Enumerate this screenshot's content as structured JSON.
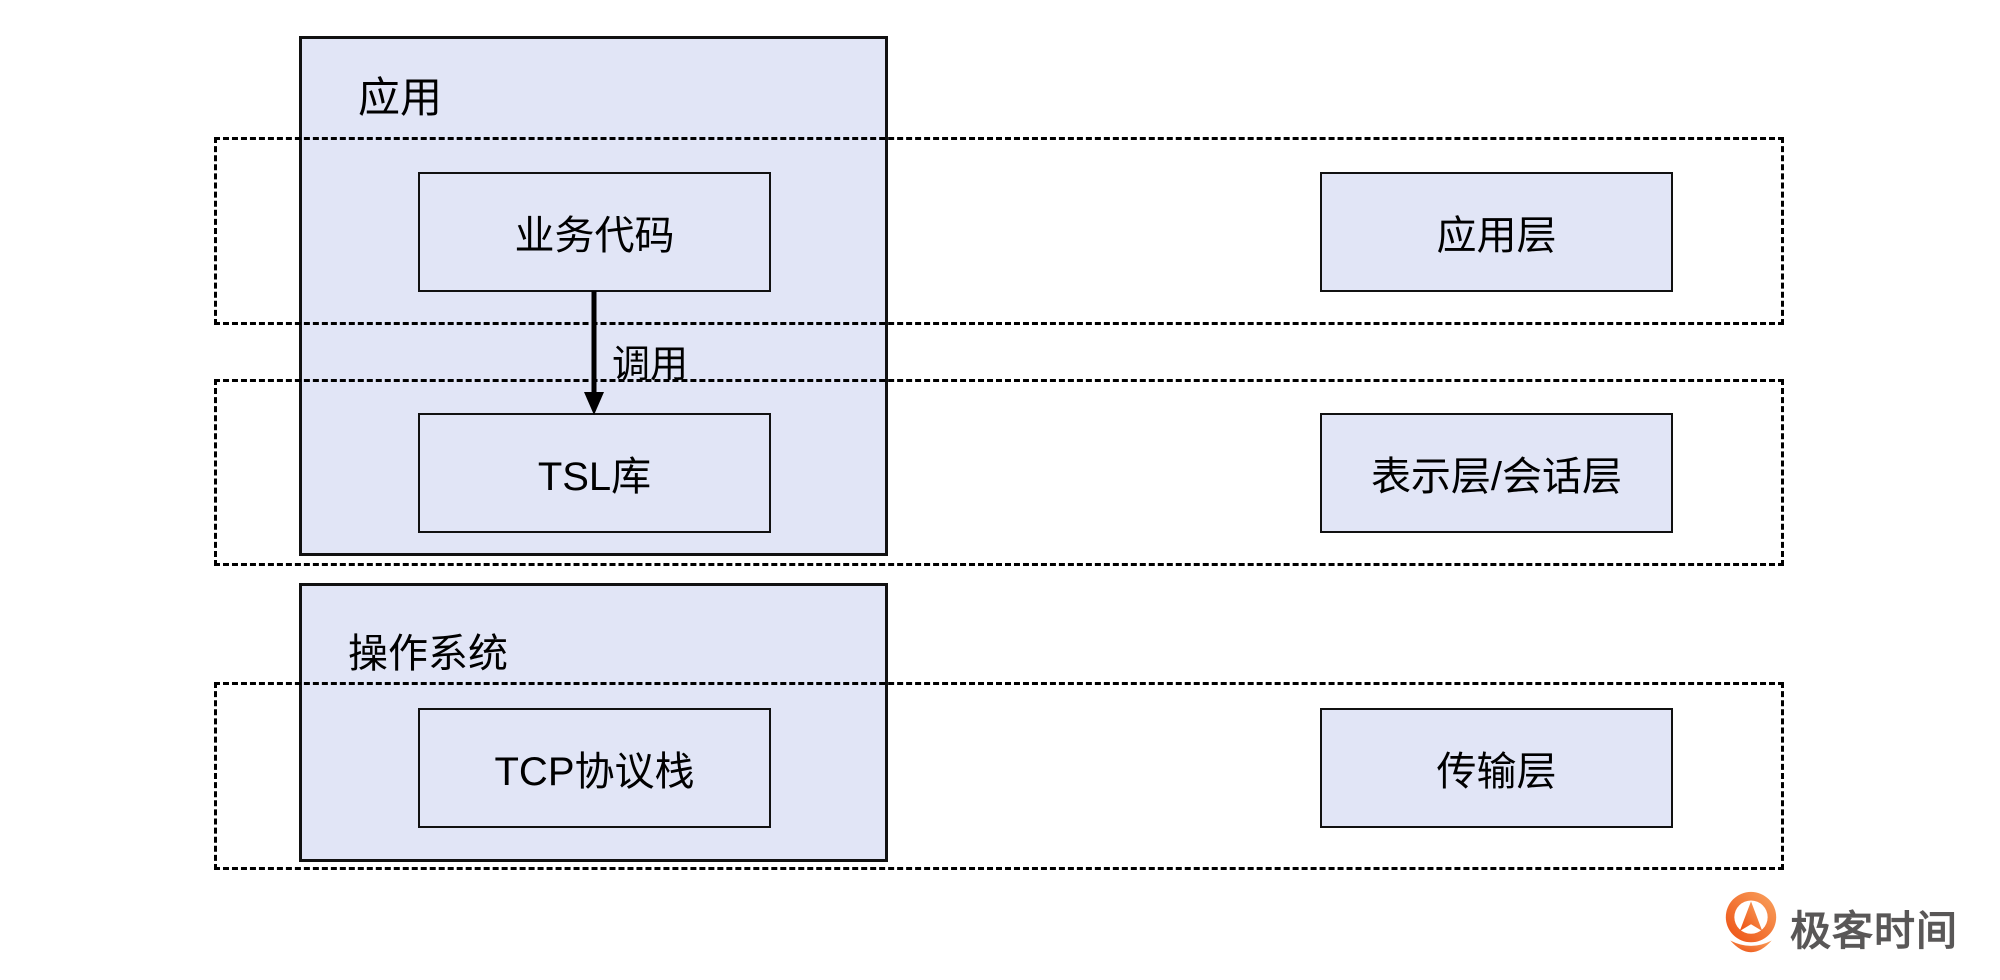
{
  "diagram": {
    "containers": {
      "app": {
        "label": "应用"
      },
      "os": {
        "label": "操作系统"
      }
    },
    "nodes": {
      "business_code": {
        "label": "业务代码"
      },
      "tsl_lib": {
        "label": "TSL库"
      },
      "tcp_stack": {
        "label": "TCP协议栈"
      },
      "app_layer": {
        "label": "应用层"
      },
      "presentation_session_layer": {
        "label": "表示层/会话层"
      },
      "transport_layer": {
        "label": "传输层"
      }
    },
    "arrow": {
      "label": "调用"
    },
    "colors": {
      "node_fill": "#e1e5f6",
      "node_border": "#111111",
      "dashed_band_border": "#000000"
    }
  },
  "branding": {
    "logo_text": "极客时间",
    "logo_text_color": "#595757",
    "logo_orange_dark": "#ed4f12",
    "logo_orange_light": "#f9a35f"
  }
}
